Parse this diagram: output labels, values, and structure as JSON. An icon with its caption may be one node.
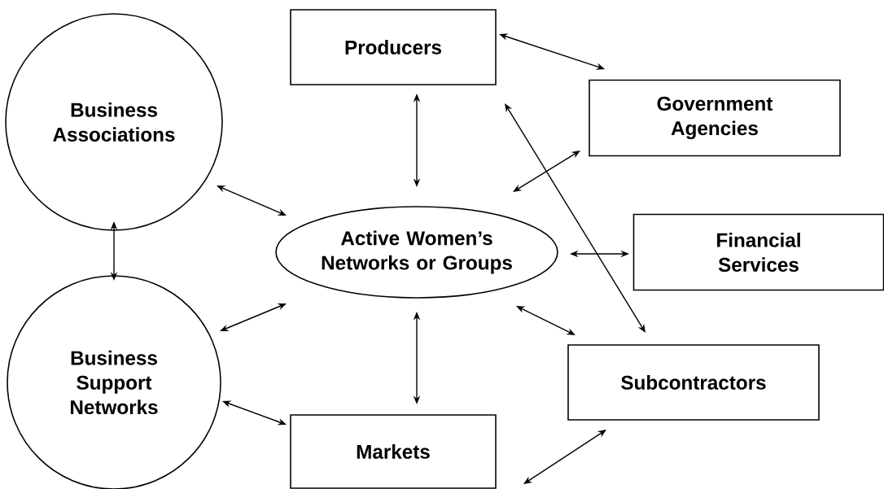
{
  "diagram": {
    "nodes": [
      {
        "text": [
          "Producers"
        ]
      },
      {
        "text": [
          "Business Associations"
        ]
      },
      {
        "text": [
          "Government Agencies"
        ]
      },
      {
        "text": [
          "Active Women’s Networks or Groups"
        ]
      },
      {
        "text": [
          "Financial Services"
        ]
      },
      {
        "text": [
          "Business Support Networks"
        ]
      },
      {
        "text": [
          "Subcontractors"
        ]
      },
      {
        "text": [
          "Markets"
        ]
      }
    ],
    "edges": [
      {
        "from": 0,
        "to": 3,
        "arrow": "both"
      },
      {
        "from": 0,
        "to": 2,
        "arrow": "both"
      },
      {
        "from": 0,
        "to": 6,
        "arrow": "both"
      },
      {
        "from": 2,
        "to": 3,
        "arrow": "both"
      },
      {
        "from": 1,
        "to": 3,
        "arrow": "both"
      },
      {
        "from": 1,
        "to": 5,
        "arrow": "both"
      },
      {
        "from": 5,
        "to": 3,
        "arrow": "both"
      },
      {
        "from": 3,
        "to": 4,
        "arrow": "both"
      },
      {
        "from": 3,
        "to": 6,
        "arrow": "both"
      },
      {
        "from": 3,
        "to": 7,
        "arrow": "both"
      },
      {
        "from": 5,
        "to": 7,
        "arrow": "both"
      },
      {
        "from": 7,
        "to": 6,
        "arrow": "both"
      }
    ]
  }
}
